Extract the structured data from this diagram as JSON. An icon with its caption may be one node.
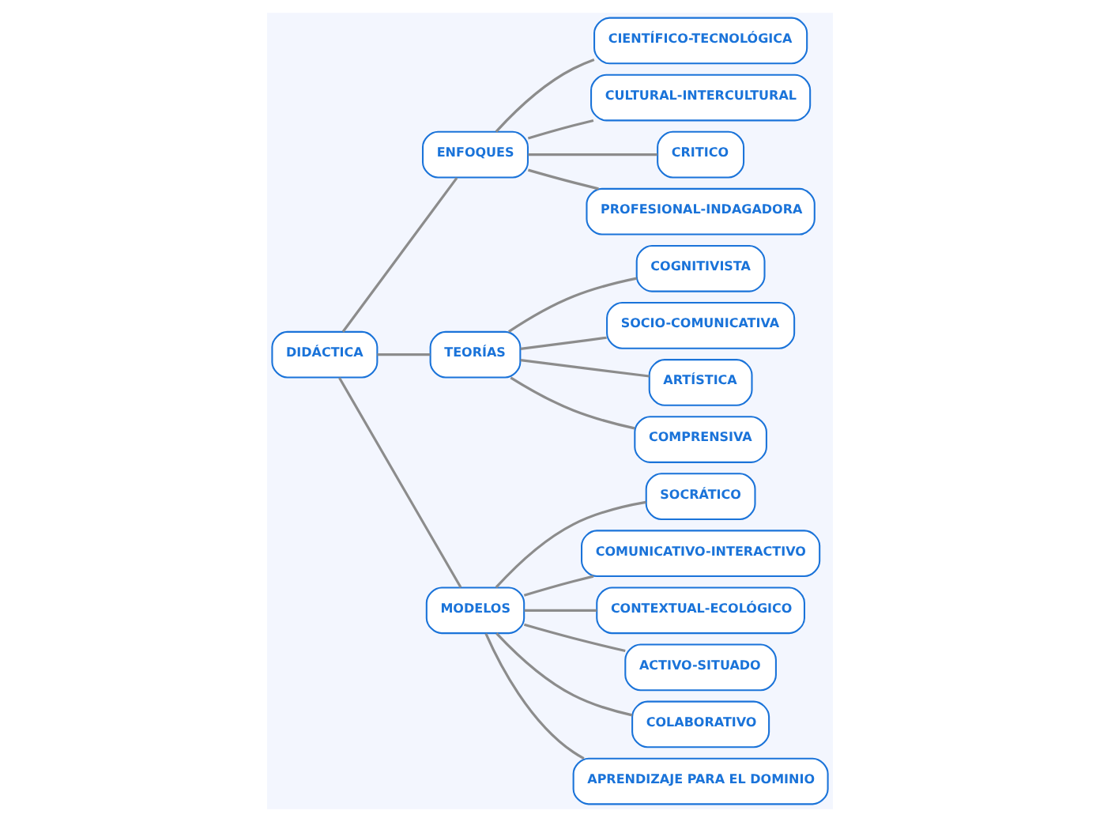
{
  "diagram": {
    "nodes": [
      {
        "text": [
          "DIDÁCTICA"
        ]
      },
      {
        "text": [
          "ENFOQUES"
        ]
      },
      {
        "text": [
          "TEORÍAS"
        ]
      },
      {
        "text": [
          "MODELOS"
        ]
      },
      {
        "text": [
          "CIENTÍFICO-TECNOLÓGICA"
        ]
      },
      {
        "text": [
          "CULTURAL-INTERCULTURAL"
        ]
      },
      {
        "text": [
          "CRITICO"
        ]
      },
      {
        "text": [
          "PROFESIONAL-INDAGADORA"
        ]
      },
      {
        "text": [
          "COGNITIVISTA"
        ]
      },
      {
        "text": [
          "SOCIO-COMUNICATIVA"
        ]
      },
      {
        "text": [
          "ARTÍSTICA"
        ]
      },
      {
        "text": [
          "COMPRENSIVA"
        ]
      },
      {
        "text": [
          "SOCRÁTICO"
        ]
      },
      {
        "text": [
          "COMUNICATIVO-INTERACTIVO"
        ]
      },
      {
        "text": [
          "CONTEXTUAL-ECOLÓGICO"
        ]
      },
      {
        "text": [
          "ACTIVO-SITUADO"
        ]
      },
      {
        "text": [
          "COLABORATIVO"
        ]
      },
      {
        "text": [
          "APRENDIZAJE PARA EL DOMINIO"
        ]
      }
    ],
    "edges": [
      {
        "from": 0,
        "to": 1,
        "arrow": "none"
      },
      {
        "from": 0,
        "to": 2,
        "arrow": "none"
      },
      {
        "from": 0,
        "to": 3,
        "arrow": "none"
      },
      {
        "from": 1,
        "to": 4,
        "arrow": "none"
      },
      {
        "from": 1,
        "to": 5,
        "arrow": "none"
      },
      {
        "from": 1,
        "to": 6,
        "arrow": "none"
      },
      {
        "from": 1,
        "to": 7,
        "arrow": "none"
      },
      {
        "from": 2,
        "to": 8,
        "arrow": "none"
      },
      {
        "from": 2,
        "to": 9,
        "arrow": "none"
      },
      {
        "from": 2,
        "to": 10,
        "arrow": "none"
      },
      {
        "from": 2,
        "to": 11,
        "arrow": "none"
      },
      {
        "from": 3,
        "to": 12,
        "arrow": "none"
      },
      {
        "from": 3,
        "to": 13,
        "arrow": "none"
      },
      {
        "from": 3,
        "to": 14,
        "arrow": "none"
      },
      {
        "from": 3,
        "to": 15,
        "arrow": "none"
      },
      {
        "from": 3,
        "to": 16,
        "arrow": "none"
      },
      {
        "from": 3,
        "to": 17,
        "arrow": "none"
      }
    ]
  }
}
